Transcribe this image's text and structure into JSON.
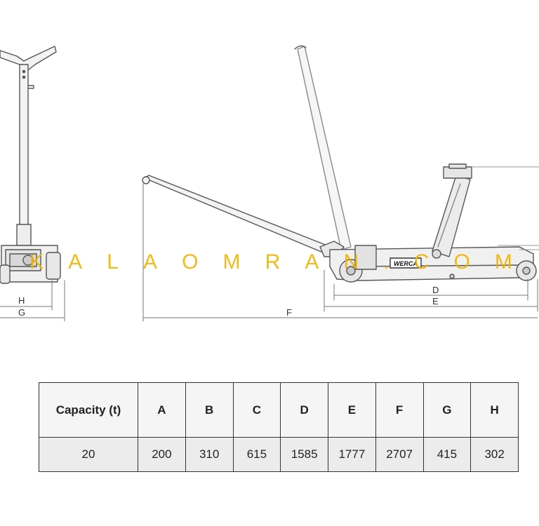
{
  "dimension_labels": {
    "H": "H",
    "G": "G",
    "F": "F",
    "D": "D",
    "E": "E"
  },
  "brand_badge": "WERCA",
  "watermark": [
    "K",
    "A",
    "L",
    "A",
    "O",
    "M",
    "R",
    "A",
    "N",
    ".",
    "C",
    "O",
    "M"
  ],
  "table": {
    "headers": [
      "Capacity (t)",
      "A",
      "B",
      "C",
      "D",
      "E",
      "F",
      "G",
      "H"
    ],
    "row": [
      "20",
      "200",
      "310",
      "615",
      "1585",
      "1777",
      "2707",
      "415",
      "302"
    ]
  }
}
